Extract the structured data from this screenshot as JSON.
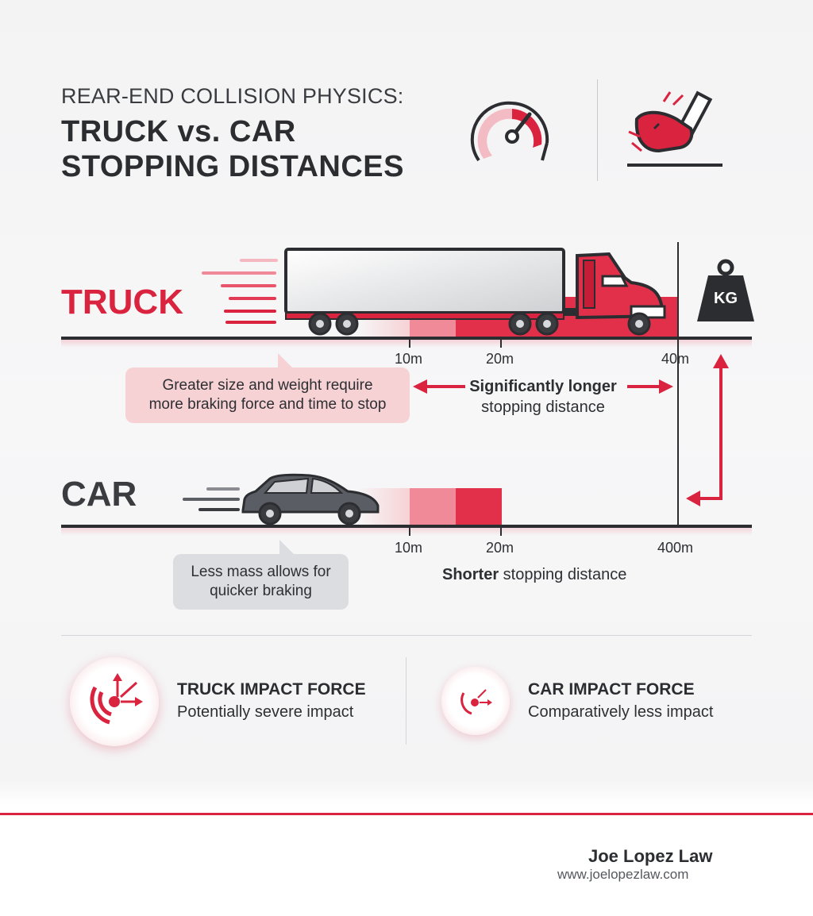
{
  "header": {
    "subtitle": "REAR-END COLLISION PHYSICS:",
    "title_line1": "TRUCK vs. CAR",
    "title_line2": "STOPPING DISTANCES"
  },
  "icons": {
    "speedometer": "speedometer-icon",
    "brake_pedal": "brake-pedal-icon",
    "weight": "weight-icon"
  },
  "truck": {
    "label": "TRUCK",
    "ticks": [
      "10m",
      "20m",
      "40m"
    ],
    "weight_label": "KG",
    "callout_line1": "Greater size and weight require",
    "callout_line2": "more braking force and time to stop",
    "stopping_bold": "Significantly longer",
    "stopping_rest": "stopping distance"
  },
  "car": {
    "label": "CAR",
    "ticks": [
      "10m",
      "20m",
      "400m"
    ],
    "callout_line1": "Less mass allows for",
    "callout_line2": "quicker braking",
    "stopping_bold": "Shorter",
    "stopping_rest": " stopping distance"
  },
  "impact": {
    "truck_title": "TRUCK IMPACT FORCE",
    "truck_sub": "Potentially severe impact",
    "car_title": "CAR IMPACT FORCE",
    "car_sub": "Comparatively less impact"
  },
  "footer": {
    "name": "Joe Lopez Law",
    "url": "www.joelopezlaw.com"
  },
  "colors": {
    "accent": "#d9233f",
    "accent_light": "#f08a98",
    "dark": "#2b2d31"
  }
}
